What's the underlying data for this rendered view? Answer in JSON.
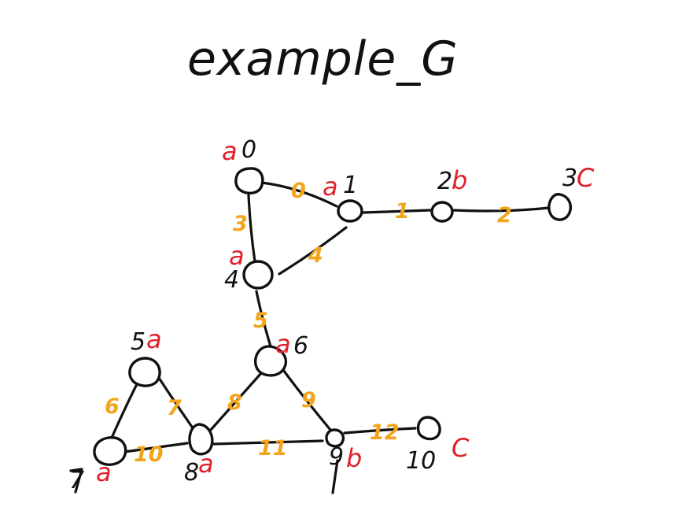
{
  "title": "example_G",
  "colors": {
    "ink": "#111111",
    "label": "#e0202a",
    "weight": "#f2a51c"
  },
  "nodes": [
    {
      "id": "0",
      "label": "a"
    },
    {
      "id": "1",
      "label": "a"
    },
    {
      "id": "2",
      "label": "b"
    },
    {
      "id": "3",
      "label": "C"
    },
    {
      "id": "4",
      "label": "a"
    },
    {
      "id": "5",
      "label": "a"
    },
    {
      "id": "6",
      "label": "a"
    },
    {
      "id": "7",
      "label": "a"
    },
    {
      "id": "8",
      "label": "a"
    },
    {
      "id": "9",
      "label": "b"
    },
    {
      "id": "10",
      "label": "C"
    }
  ],
  "edges": [
    {
      "id": "0",
      "from": "0",
      "to": "1"
    },
    {
      "id": "1",
      "from": "1",
      "to": "2"
    },
    {
      "id": "2",
      "from": "2",
      "to": "3"
    },
    {
      "id": "3",
      "from": "0",
      "to": "4"
    },
    {
      "id": "4",
      "from": "1",
      "to": "4"
    },
    {
      "id": "5",
      "from": "4",
      "to": "6"
    },
    {
      "id": "6",
      "from": "5",
      "to": "7"
    },
    {
      "id": "7",
      "from": "5",
      "to": "8"
    },
    {
      "id": "8",
      "from": "6",
      "to": "8"
    },
    {
      "id": "9",
      "from": "6",
      "to": "9"
    },
    {
      "id": "10",
      "from": "7",
      "to": "8"
    },
    {
      "id": "11",
      "from": "8",
      "to": "9"
    },
    {
      "id": "12",
      "from": "9",
      "to": "10"
    }
  ]
}
